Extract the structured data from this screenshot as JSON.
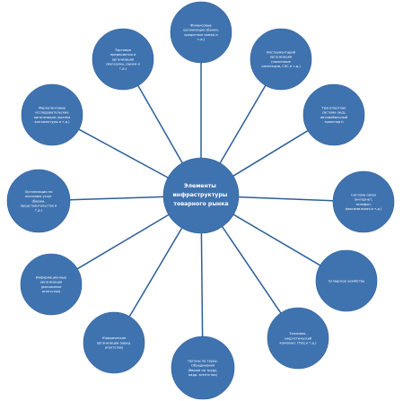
{
  "center": {
    "lines": [
      "Элементы",
      "инфраструктуры",
      "товарного рынка"
    ]
  },
  "nodes": [
    {
      "id": "finance",
      "lines": [
        "Финансовые",
        "организации (банки,",
        "кредитные союзы и",
        "т.д.)"
      ]
    },
    {
      "id": "insurance",
      "lines": [
        "Инструментарий",
        "организации",
        "(налоговые",
        "инспекции, СЭС и т.д.)"
      ]
    },
    {
      "id": "transport",
      "lines": [
        "Транспортная",
        "система (ж/д,",
        "автомобильный",
        "транспорт)"
      ]
    },
    {
      "id": "communication",
      "lines": [
        "Система связи",
        "(интернет,",
        "телефон,",
        "факсимильная и т.д.)"
      ]
    },
    {
      "id": "warehouse",
      "lines": [
        "Складское хозяйство"
      ]
    },
    {
      "id": "energy",
      "lines": [
        "Топливно-",
        "энергетический",
        "комплекс (ТЭЦ и т.д.)"
      ]
    },
    {
      "id": "labor",
      "lines": [
        "Органы по труду,",
        "Объединения",
        "(биржи по труду,",
        "кадр. агентства)"
      ]
    },
    {
      "id": "legal",
      "lines": [
        "Юридические",
        "организации (юрид.",
        "агентства)"
      ]
    },
    {
      "id": "information",
      "lines": [
        "Информационные",
        "организации",
        "(рекламные",
        "агентства)"
      ]
    },
    {
      "id": "services",
      "lines": [
        "Организации по",
        "оказанию услуг",
        "(биржи,",
        "представительства и",
        "т.д.)"
      ]
    },
    {
      "id": "marketing",
      "lines": [
        "Маркетинговые",
        "исследовательские",
        "организации (оценка",
        "конъюнктуры и т.д.)"
      ]
    },
    {
      "id": "trade",
      "lines": [
        "Торговые",
        "предприятия и",
        "организации",
        "(магазины, рынки и",
        "т.д.)"
      ]
    }
  ],
  "colors": {
    "circle_fill": "#3f73b0",
    "circle_stroke": "#2f5e96",
    "connector": "#2c5f98",
    "text": "#ffffff",
    "background": "#ffffff"
  }
}
